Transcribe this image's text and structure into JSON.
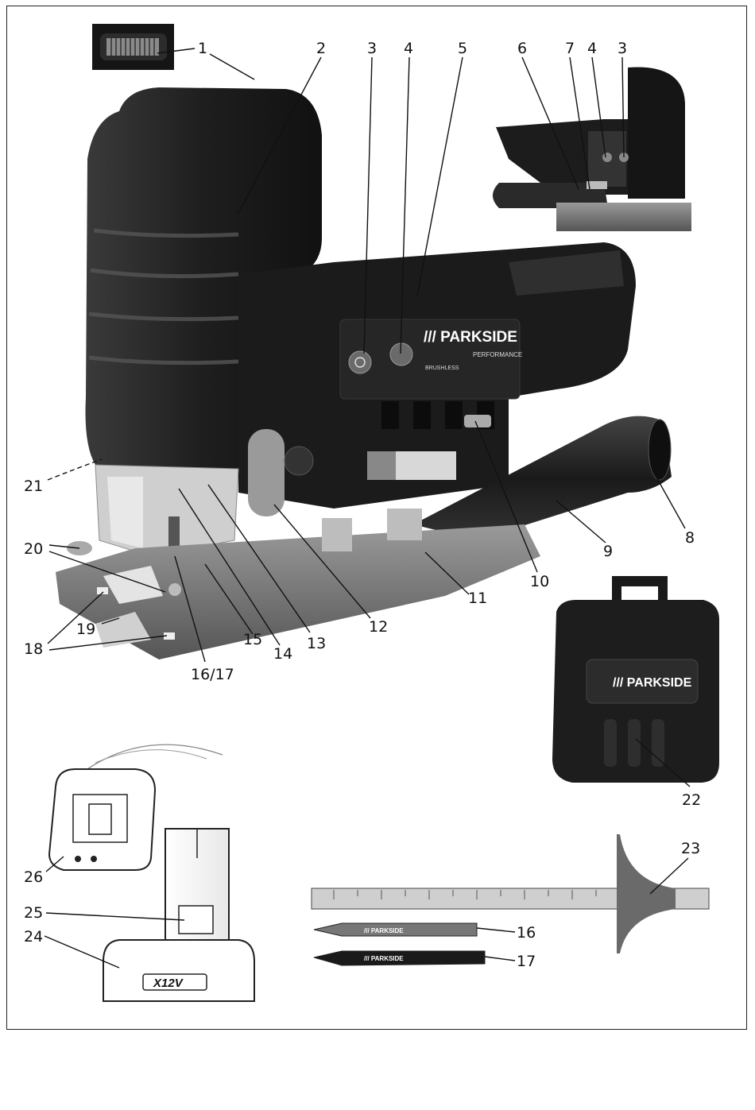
{
  "callouts": {
    "c1": "1",
    "c2": "2",
    "c3": "3",
    "c4": "4",
    "c5": "5",
    "c6": "6",
    "c7": "7",
    "c4b": "4",
    "c3b": "3",
    "c8": "8",
    "c9": "9",
    "c10": "10",
    "c11": "11",
    "c12": "12",
    "c13": "13",
    "c14": "14",
    "c15": "15",
    "c16_17": "16/17",
    "c18": "18",
    "c19": "19",
    "c20": "20",
    "c21": "21",
    "c22": "22",
    "c23": "23",
    "c16": "16",
    "c17": "17",
    "c24": "24",
    "c25": "25",
    "c26": "26"
  },
  "product_text": {
    "brand": "/// PARKSIDE",
    "subbrand": "PERFORMANCE",
    "motor": "BRUSHLESS",
    "battery_logo": "X12V"
  },
  "colors": {
    "body": "#1b1b1b",
    "accent_grey": "#9a9a9a",
    "line": "#111111"
  }
}
